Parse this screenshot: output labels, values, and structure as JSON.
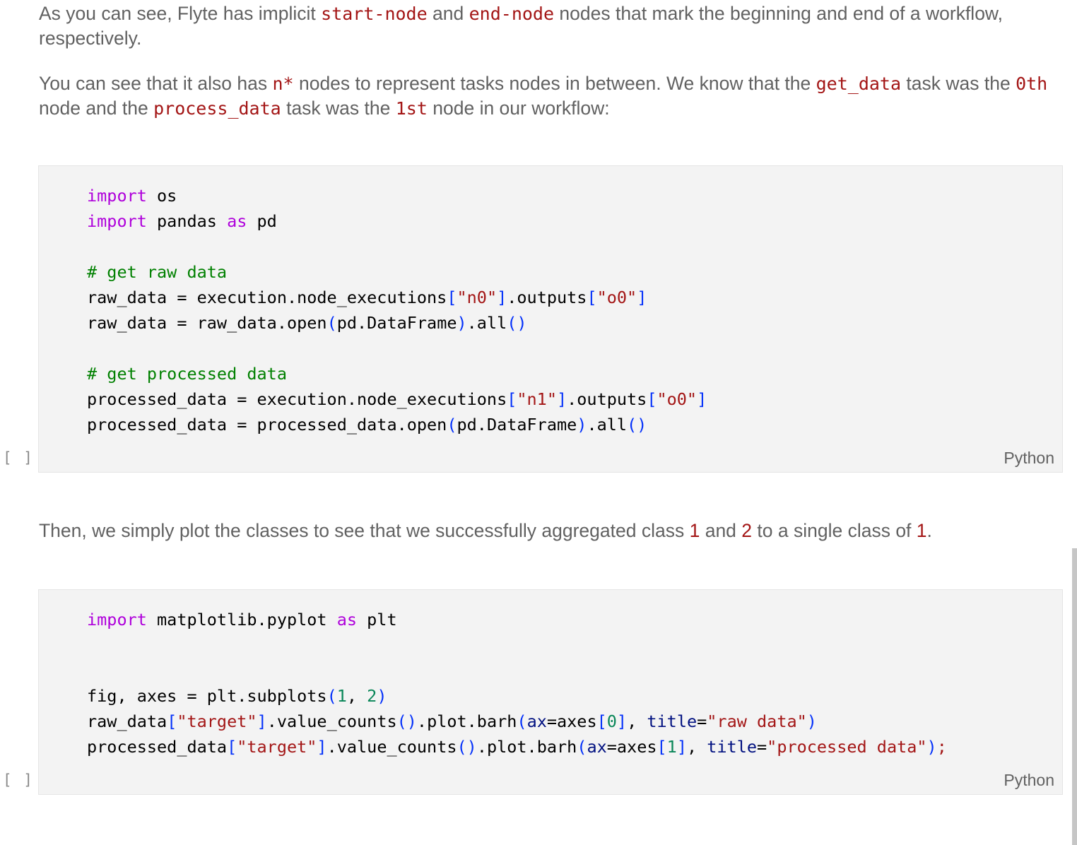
{
  "markdown": {
    "p1": {
      "t1": "As you can see, Flyte has implicit ",
      "c1": "start-node",
      "t2": " and ",
      "c2": "end-node",
      "t3": " nodes that mark the beginning and end of a workflow, respectively."
    },
    "p2": {
      "t1": "You can see that it also has ",
      "c1": "n*",
      "t2": " nodes to represent tasks nodes in between. We know that the ",
      "c2": "get_data",
      "t3": " task was the ",
      "c3": "0th",
      "t4": " node and the ",
      "c4": "process_data",
      "t5": " task was the ",
      "c5": "1st",
      "t6": " node in our workflow:"
    },
    "p3": {
      "t1": "Then, we simply plot the classes to see that we successfully aggregated class ",
      "n1": "1",
      "t2": " and ",
      "n2": "2",
      "t3": " to a single class of ",
      "n3": "1",
      "t4": "."
    }
  },
  "cells": [
    {
      "exec_indicator": "[ ]",
      "language": "Python",
      "lines": {
        "l1": {
          "kw": "import",
          "rest": " os"
        },
        "l2": {
          "kw": "import",
          "a": " pandas ",
          "kw2": "as",
          "b": " pd"
        },
        "l3": {
          "comment": "# get raw data"
        },
        "l4": {
          "a": "raw_data = execution.node_executions",
          "b1": "[",
          "s1": "\"n0\"",
          "b2": "]",
          "c": ".outputs",
          "b3": "[",
          "s2": "\"o0\"",
          "b4": "]"
        },
        "l5": {
          "a": "raw_data = raw_data.open",
          "b1": "(",
          "c": "pd.DataFrame",
          "b2": ")",
          "d": ".all",
          "b3": "()"
        },
        "l6": {
          "comment": "# get processed data"
        },
        "l7": {
          "a": "processed_data = execution.node_executions",
          "b1": "[",
          "s1": "\"n1\"",
          "b2": "]",
          "c": ".outputs",
          "b3": "[",
          "s2": "\"o0\"",
          "b4": "]"
        },
        "l8": {
          "a": "processed_data = processed_data.open",
          "b1": "(",
          "c": "pd.DataFrame",
          "b2": ")",
          "d": ".all",
          "b3": "()"
        }
      }
    },
    {
      "exec_indicator": "[ ]",
      "language": "Python",
      "lines": {
        "l1": {
          "kw": "import",
          "a": " matplotlib.pyplot ",
          "kw2": "as",
          "b": " plt"
        },
        "l2": {
          "a": "fig, axes = plt.subplots",
          "b1": "(",
          "n1": "1",
          "c": ", ",
          "n2": "2",
          "b2": ")"
        },
        "l3": {
          "a": "raw_data",
          "b1": "[",
          "s1": "\"target\"",
          "b2": "]",
          "c": ".value_counts",
          "b3": "()",
          "d": ".plot.barh",
          "b4": "(",
          "p1": "ax",
          "e": "=axes",
          "b5": "[",
          "n1": "0",
          "b6": "]",
          "f": ", ",
          "p2": "title",
          "g": "=",
          "s2": "\"raw data\"",
          "b7": ")"
        },
        "l4": {
          "a": "processed_data",
          "b1": "[",
          "s1": "\"target\"",
          "b2": "]",
          "c": ".value_counts",
          "b3": "()",
          "d": ".plot.barh",
          "b4": "(",
          "p1": "ax",
          "e": "=axes",
          "b5": "[",
          "n1": "1",
          "b6": "]",
          "f": ", ",
          "p2": "title",
          "g": "=",
          "s2": "\"processed data\"",
          "b7": ")",
          "semi": ";"
        }
      }
    }
  ]
}
